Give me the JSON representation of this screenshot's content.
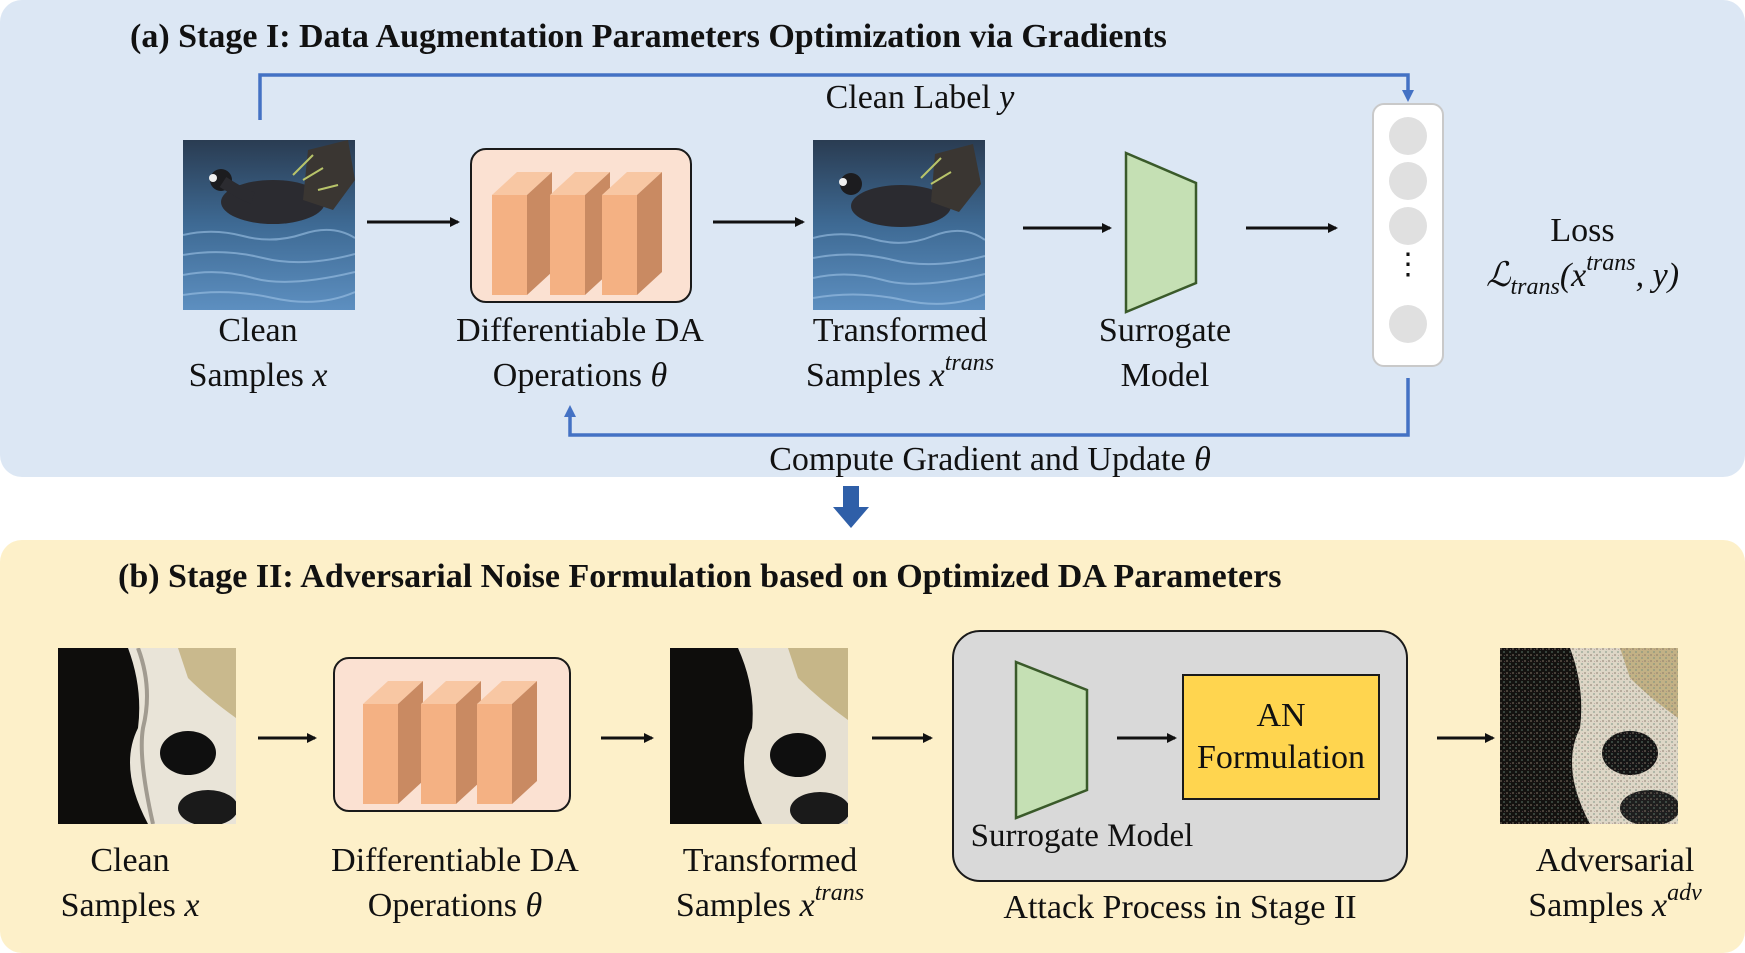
{
  "stage1": {
    "title": "(a) Stage I: Data Augmentation Parameters Optimization via Gradients",
    "clean_label": "Clean Label",
    "clean_label_var": "y",
    "clean_line1": "Clean",
    "clean_line2": "Samples",
    "clean_var": "x",
    "da_line1": "Differentiable DA",
    "da_line2": "Operations",
    "da_var": "θ",
    "trans_line1": "Transformed",
    "trans_line2": "Samples",
    "trans_var": "x",
    "trans_sup": "trans",
    "surrogate_line1": "Surrogate",
    "surrogate_line2": "Model",
    "loss_line1": "Loss",
    "loss_symbol": "ℒ",
    "loss_sub": "trans",
    "loss_open": "(x",
    "loss_sup": "trans",
    "loss_close": ", y)",
    "output_dots": "⋮",
    "gradient_text": "Compute Gradient and Update",
    "gradient_var": "θ"
  },
  "stage2": {
    "title": "(b) Stage II: Adversarial Noise Formulation based on Optimized DA Parameters",
    "clean_line1": "Clean",
    "clean_line2": "Samples",
    "clean_var": "x",
    "da_line1": "Differentiable DA",
    "da_line2": "Operations",
    "da_var": "θ",
    "trans_line1": "Transformed",
    "trans_line2": "Samples",
    "trans_var": "x",
    "trans_sup": "trans",
    "surrogate_label": "Surrogate Model",
    "an_line1": "AN",
    "an_line2": "Formulation",
    "attack_caption": "Attack Process in Stage II",
    "adv_line1": "Adversarial",
    "adv_line2": "Samples",
    "adv_var": "x",
    "adv_sup": "adv"
  },
  "colors": {
    "panel_a_bg": "#dce7f4",
    "panel_b_bg": "#fdf0c9",
    "feedback_arrow": "#4472c4",
    "da_block": "#f4b183",
    "surrogate_fill": "#c5e0b4",
    "an_fill": "#ffd54f",
    "attack_bg": "#d9d9d9"
  }
}
